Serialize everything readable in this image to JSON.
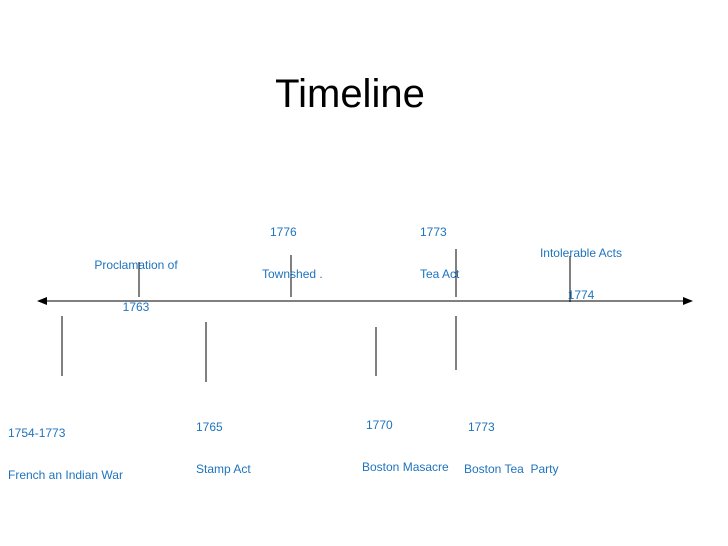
{
  "title": "Timeline",
  "colors": {
    "text": "#1e73be",
    "line": "#000000"
  },
  "events": [
    {
      "line1": "1754-1773",
      "line2": "French an Indian War",
      "side": "below"
    },
    {
      "line1": "Proclamation of",
      "line2": "1763",
      "side": "above"
    },
    {
      "line1": "1765",
      "line2": "Stamp Act",
      "side": "below"
    },
    {
      "line1": "1776",
      "line2": "Townshed .",
      "side": "above"
    },
    {
      "line1": "1770",
      "line2": "Boston Masacre",
      "side": "below"
    },
    {
      "line1": "1773",
      "line2": "Tea Act",
      "side": "above"
    },
    {
      "line1": "1773",
      "line2": "Boston Tea  Party",
      "side": "below"
    },
    {
      "line1": "Intolerable Acts",
      "line2": "1774",
      "side": "above"
    }
  ]
}
